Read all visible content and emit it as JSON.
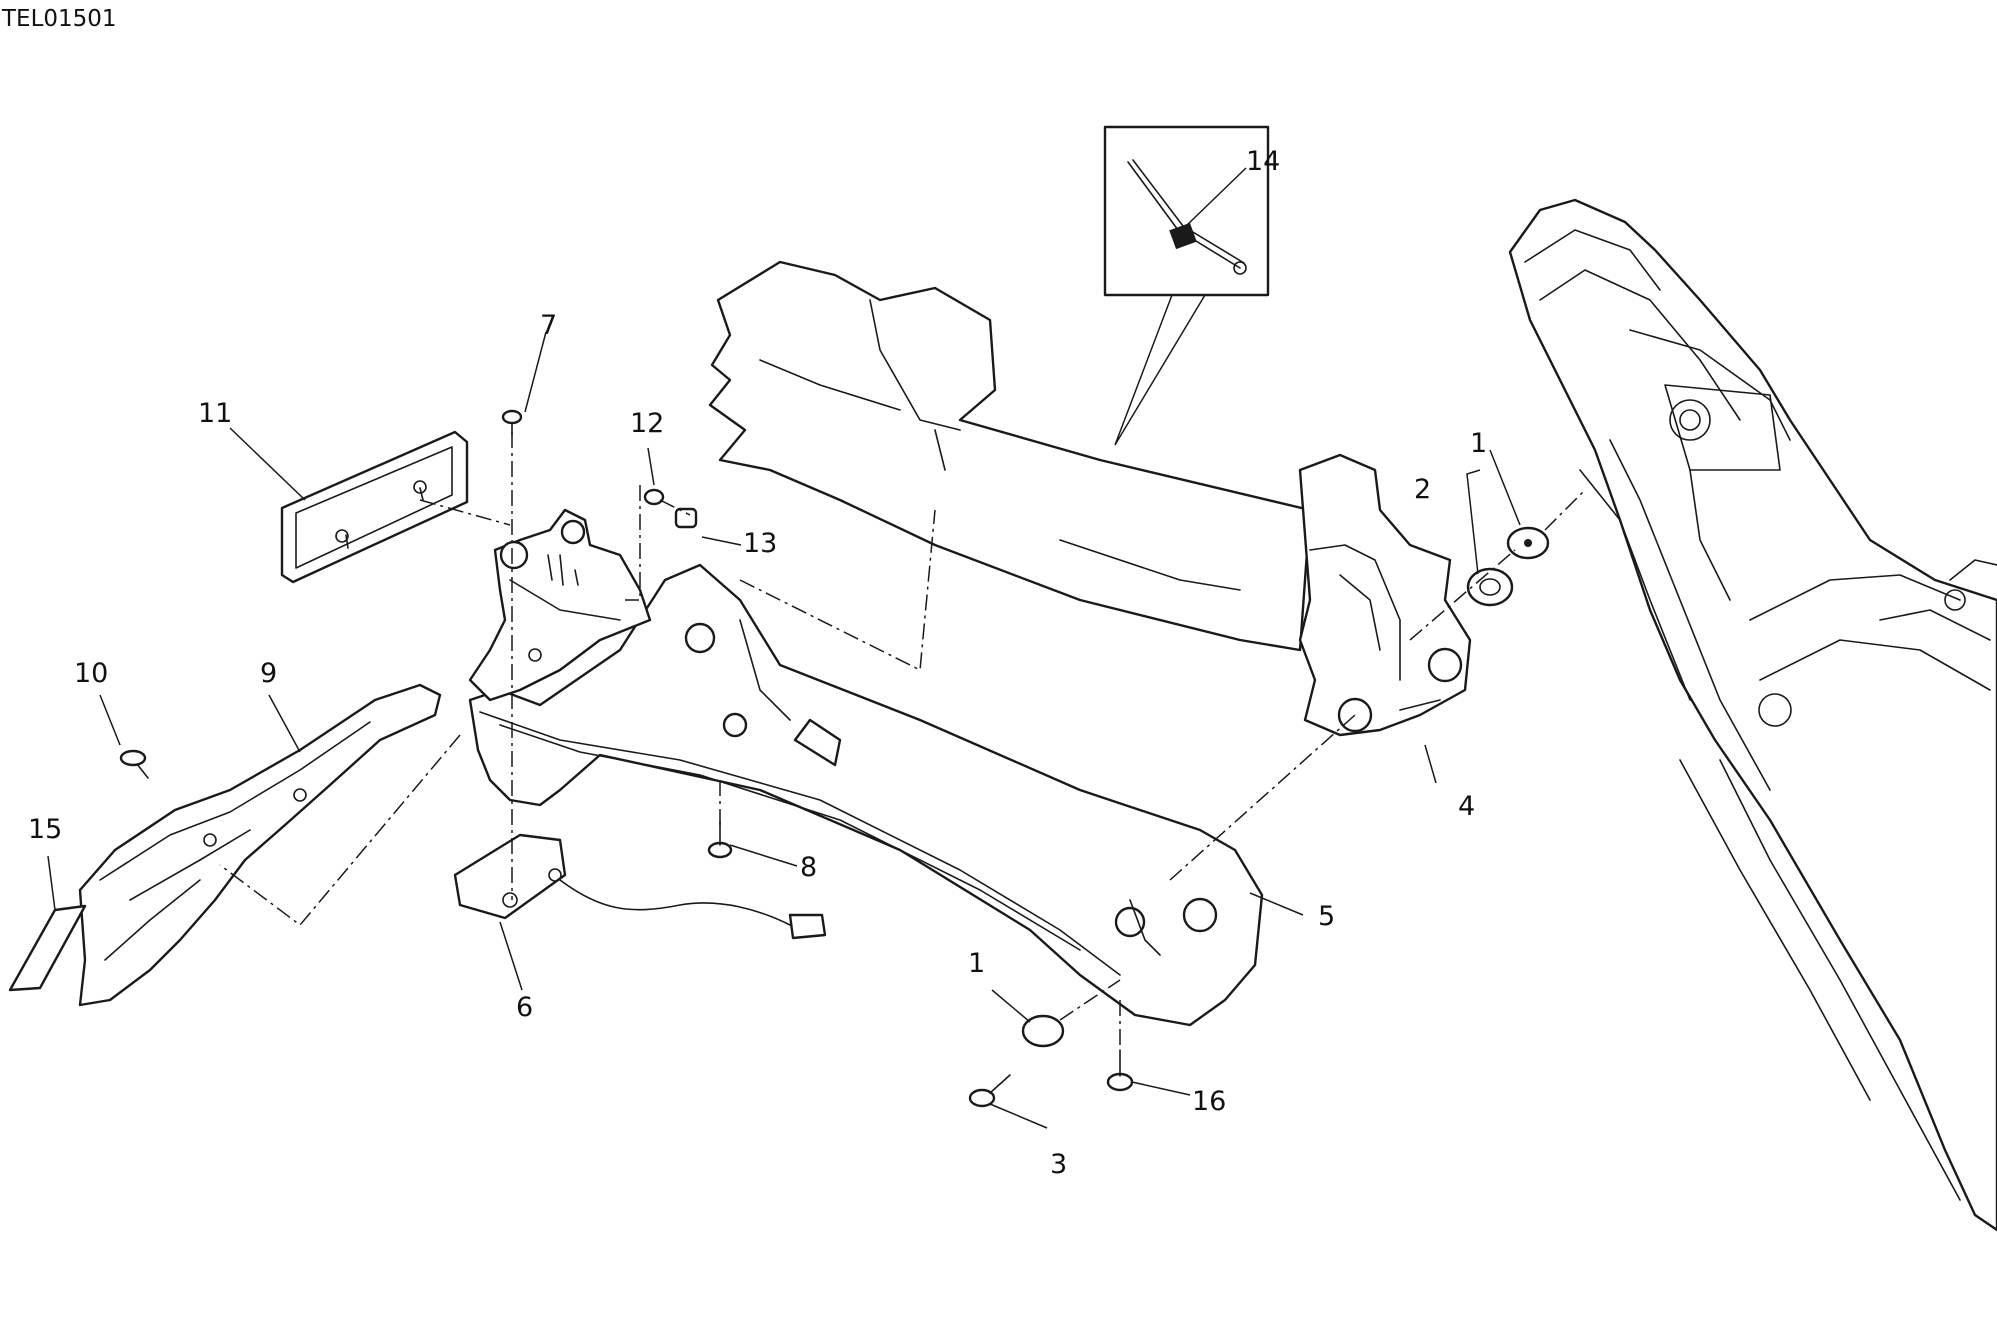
{
  "diagram": {
    "reference_code": "TEL01501",
    "callouts": {
      "c1a": "1",
      "c1b": "1",
      "c2": "2",
      "c3": "3",
      "c4": "4",
      "c5": "5",
      "c6": "6",
      "c7": "7",
      "c8": "8",
      "c9": "9",
      "c10": "10",
      "c11": "11",
      "c12": "12",
      "c13": "13",
      "c14": "14",
      "c15": "15",
      "c16": "16"
    }
  }
}
